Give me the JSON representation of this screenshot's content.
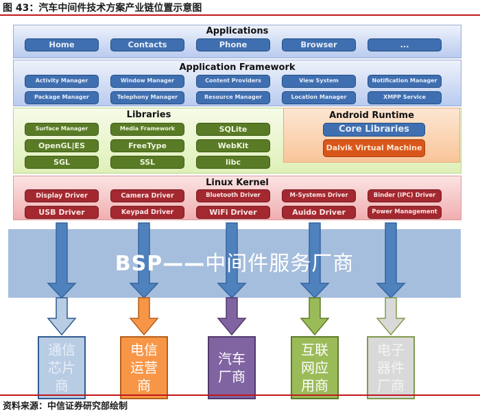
{
  "figure": {
    "title": "图 43：汽车中间件技术方案产业链位置示意图",
    "source": "资料来源：中信证券研究部绘制"
  },
  "stack": {
    "applications": {
      "title": "Applications",
      "items": [
        "Home",
        "Contacts",
        "Phone",
        "Browser",
        "..."
      ]
    },
    "framework": {
      "title": "Application Framework",
      "items": [
        "Activity Manager",
        "Window Manager",
        "Content Providers",
        "View System",
        "Notification Manager",
        "Package Manager",
        "Telephony Manager",
        "Resource Manager",
        "Location Manager",
        "XMPP Service"
      ]
    },
    "libraries": {
      "title": "Libraries",
      "items": [
        "Surface Manager",
        "Media Framework",
        "SQLite",
        "OpenGL|ES",
        "FreeType",
        "WebKit",
        "SGL",
        "SSL",
        "libc"
      ]
    },
    "runtime": {
      "title": "Android Runtime",
      "items": [
        "Core Libraries",
        "Dalvik Virtual Machine"
      ]
    },
    "kernel": {
      "title": "Linux Kernel",
      "items": [
        "Display Driver",
        "Camera Driver",
        "Bluetooth Driver",
        "M-Systems Driver",
        "Binder (IPC) Driver",
        "USB Driver",
        "Keypad Driver",
        "WiFi Driver",
        "Auido Driver",
        "Power Management"
      ]
    }
  },
  "bsp": {
    "label_en": "BSP——",
    "label_cn": "中间件服务厂商",
    "color": "#a6bedd"
  },
  "vendors": [
    {
      "label": "通信芯片商",
      "fill": "#b8cce4",
      "border": "#2f5a8f",
      "text": "#e8eef7"
    },
    {
      "label": "电信运营商",
      "fill": "#f79646",
      "border": "#b65f1c",
      "text": "#ffffff"
    },
    {
      "label": "汽车厂商",
      "fill": "#8064a2",
      "border": "#4f3a6b",
      "text": "#ffffff"
    },
    {
      "label": "互联网应用商",
      "fill": "#9bbb59",
      "border": "#5e7a2a",
      "text": "#ffffff"
    },
    {
      "label": "电子器件厂商",
      "fill": "#d9d9d9",
      "border": "#7f9a4a",
      "text": "#f4f4f4"
    }
  ],
  "colors": {
    "accent_rule": "#c0161b",
    "arrow_blue": "#4f81bd"
  }
}
